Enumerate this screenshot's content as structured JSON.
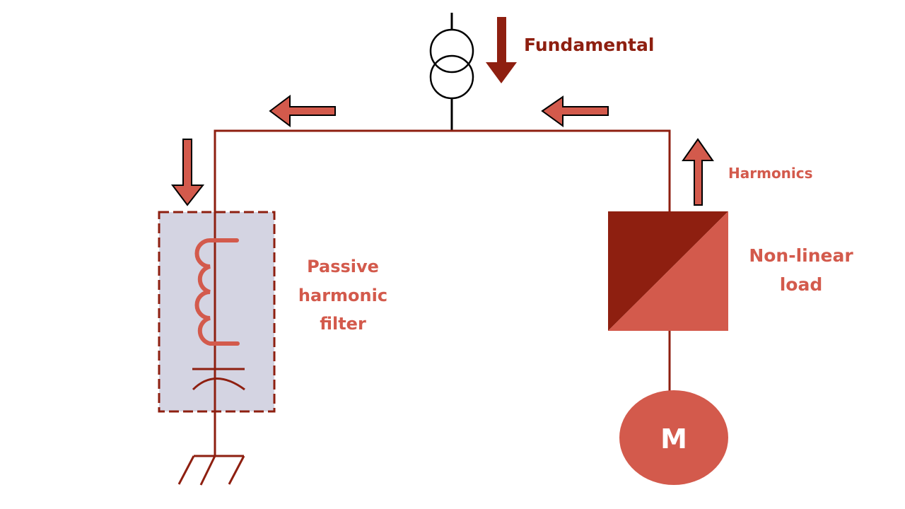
{
  "diagram": {
    "title": "Passive harmonic filter operation",
    "labels": {
      "fundamental": "Fundamental",
      "harmonics": "Harmonics",
      "filter_line1": "Passive",
      "filter_line2": "harmonic",
      "filter_line3": "filter",
      "load_line1": "Non-linear",
      "load_line2": "load",
      "motor": "M"
    },
    "components": [
      {
        "id": "transformer",
        "type": "transformer",
        "icon": "transformer-icon"
      },
      {
        "id": "busbar",
        "type": "wire"
      },
      {
        "id": "passive-harmonic-filter",
        "type": "filter",
        "contains": [
          "inductor",
          "capacitor"
        ]
      },
      {
        "id": "ground",
        "type": "earth",
        "icon": "ground-icon"
      },
      {
        "id": "non-linear-load",
        "type": "converter",
        "icon": "converter-icon"
      },
      {
        "id": "motor",
        "type": "motor",
        "icon": "motor-icon"
      }
    ],
    "flows": [
      {
        "id": "fundamental-arrow",
        "direction": "down",
        "label_ref": "fundamental"
      },
      {
        "id": "harmonics-arrow",
        "direction": "up",
        "label_ref": "harmonics"
      },
      {
        "id": "bus-arrow-right",
        "direction": "left"
      },
      {
        "id": "bus-arrow-left",
        "direction": "left"
      },
      {
        "id": "filter-arrow",
        "direction": "down"
      }
    ],
    "colors": {
      "dark_red": "#8e1f10",
      "coral": "#d35a4c",
      "filter_fill": "#d4d4e2",
      "black": "#000000",
      "white": "#ffffff"
    }
  }
}
